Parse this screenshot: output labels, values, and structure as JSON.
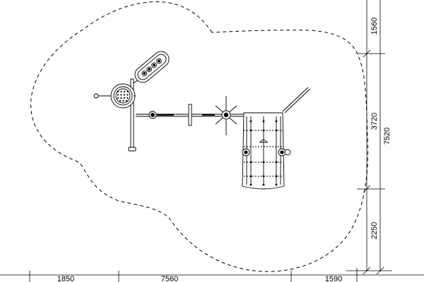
{
  "drawing": {
    "dimensions": {
      "right": {
        "top_segment": "1560",
        "middle_segment": "3720",
        "bottom_segment": "2250",
        "overall": "7520"
      },
      "bottom": {
        "left_segment": "1850",
        "middle_segment": "7560",
        "right_segment": "1590"
      }
    },
    "colors": {
      "line": "#000000",
      "equipment_fill": "#ffffff",
      "post": "#d8d8d8"
    }
  }
}
